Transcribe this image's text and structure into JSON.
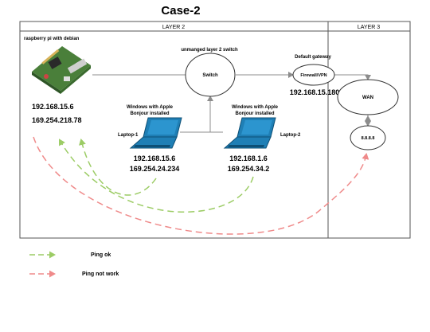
{
  "title": "Case-2",
  "zones": {
    "layer2": "LAYER 2",
    "layer3": "LAYER 3"
  },
  "rpi": {
    "label": "raspberry pi with debian",
    "ip1": "192.168.15.6",
    "ip2": "169.254.218.78"
  },
  "switch": {
    "caption": "unmanged layer 2 switch",
    "label": "Switch"
  },
  "gateway": {
    "caption": "Default gateway",
    "label": "Firewall/VPN",
    "ip": "192.168.15.180"
  },
  "wan": {
    "label": "WAN"
  },
  "dns": {
    "label": "8.8.8.8"
  },
  "laptop1": {
    "desc1": "Windows with Apple",
    "desc2": "Bonjour installed",
    "name": "Laptop-1",
    "ip1": "192.168.15.6",
    "ip2": "169.254.24.234"
  },
  "laptop2": {
    "desc1": "Windows with Apple",
    "desc2": "Bonjour installed",
    "name": "Laptop-2",
    "ip1": "192.168.1.6",
    "ip2": "169.254.34.2"
  },
  "legend": {
    "ok": "Ping ok",
    "fail": "Ping not work"
  },
  "colors": {
    "ok": "#9ccc65",
    "fail": "#ef8a8a",
    "laptop": "#1f7fb5",
    "line": "#8c8c8c",
    "border": "#555555"
  }
}
